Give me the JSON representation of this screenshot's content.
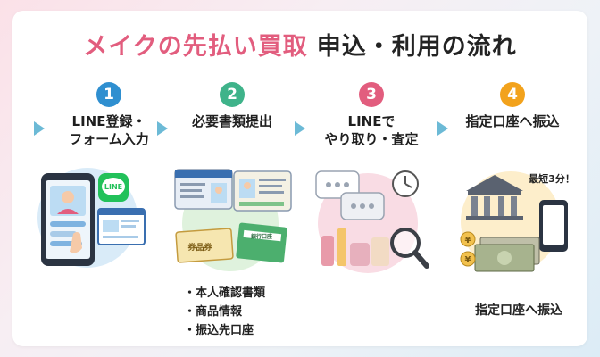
{
  "title": {
    "main": "メイクの先払い買取",
    "sub": "申込・利用の流れ"
  },
  "steps": [
    {
      "number": "1",
      "label_line1": "LINE登録・",
      "label_line2": "フォーム入力",
      "color": "#2f8fd0"
    },
    {
      "number": "2",
      "label_line1": "必要書類提出",
      "label_line2": "",
      "color": "#3fb38a"
    },
    {
      "number": "3",
      "label_line1": "LINEで",
      "label_line2": "やり取り・査定",
      "color": "#e25d7e"
    },
    {
      "number": "4",
      "label_line1": "指定口座へ振込",
      "label_line2": "",
      "color": "#f2a21c"
    }
  ],
  "illustrations": {
    "line_logo_text": "LINE",
    "ticket_text": "券品券",
    "bank_book_text": "銀行口座",
    "badge_text": "最短3分！",
    "yen_symbol": "¥"
  },
  "documents": [
    "本人確認書類",
    "商品情報",
    "振込先口座"
  ],
  "transfer_note": "指定口座へ振込",
  "colors": {
    "title_pink": "#e25d7e",
    "arrow": "#6cbad6",
    "blue_circle": "#d9ebf8",
    "green_circle": "#dff2dd",
    "pink_circle": "#f9dce4",
    "yellow_circle": "#fdeecb"
  }
}
